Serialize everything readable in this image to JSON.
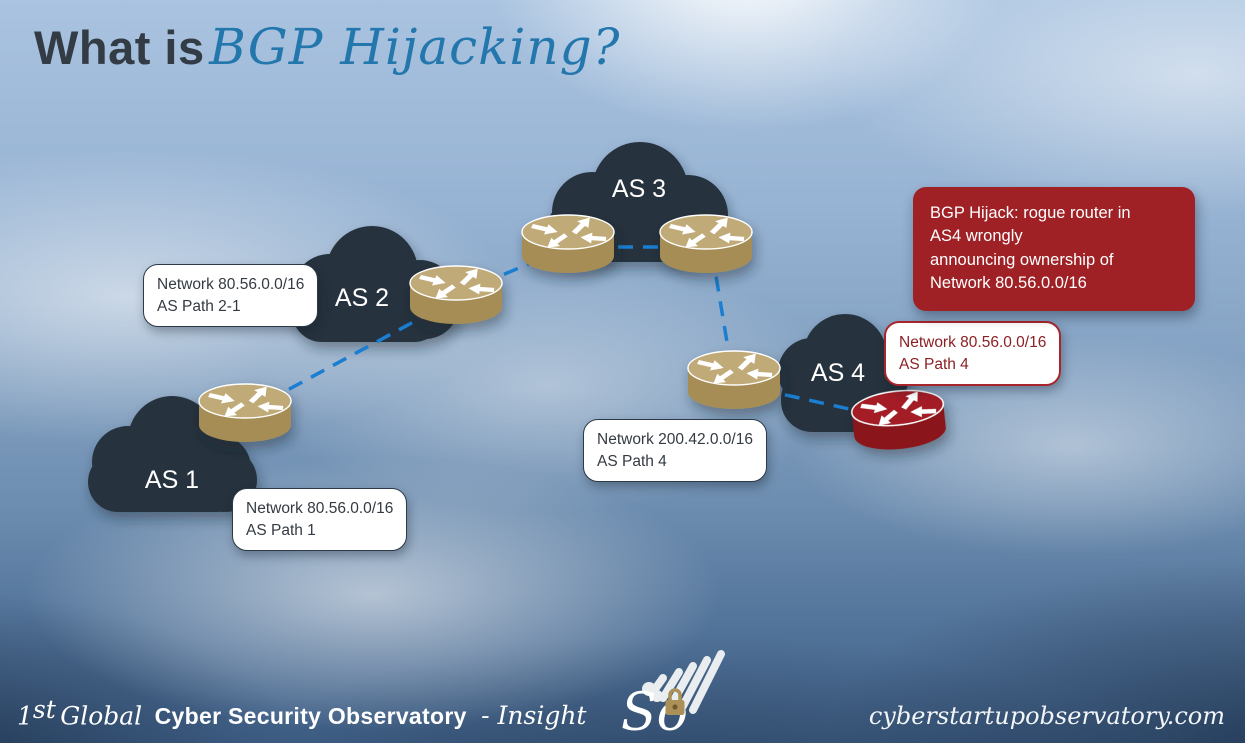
{
  "title": {
    "plain": "What is",
    "accent": "BGP Hijacking?"
  },
  "diagram": {
    "clouds": [
      {
        "id": "as1",
        "label": "AS 1"
      },
      {
        "id": "as2",
        "label": "AS 2"
      },
      {
        "id": "as3",
        "label": "AS 3"
      },
      {
        "id": "as4",
        "label": "AS 4"
      }
    ],
    "routers": [
      {
        "id": "as1-router",
        "as": "AS 1",
        "role": "normal"
      },
      {
        "id": "as2-router",
        "as": "AS 2",
        "role": "normal"
      },
      {
        "id": "as3-router-west",
        "as": "AS 3",
        "role": "normal"
      },
      {
        "id": "as3-router-east",
        "as": "AS 3",
        "role": "normal"
      },
      {
        "id": "as4-router",
        "as": "AS 4",
        "role": "normal"
      },
      {
        "id": "as4-rogue-router",
        "as": "AS 4",
        "role": "rogue"
      }
    ],
    "connections": [
      {
        "from": "as1-router",
        "to": "as2-router"
      },
      {
        "from": "as2-router",
        "to": "as3-router-west"
      },
      {
        "from": "as3-router-west",
        "to": "as3-router-east"
      },
      {
        "from": "as3-router-east",
        "to": "as4-router"
      },
      {
        "from": "as4-router",
        "to": "as4-rogue-router"
      }
    ],
    "boxes": [
      {
        "id": "as2-announcement",
        "line1": "Network 80.56.0.0/16",
        "line2": "AS Path 2-1",
        "style": "normal"
      },
      {
        "id": "as1-announcement",
        "line1": "Network 80.56.0.0/16",
        "line2": "AS Path 1",
        "style": "normal"
      },
      {
        "id": "as4-own-network",
        "line1": "Network 200.42.0.0/16",
        "line2": "AS Path 4",
        "style": "normal"
      },
      {
        "id": "as4-hijack-announcement",
        "line1": "Network 80.56.0.0/16",
        "line2": "AS Path 4",
        "style": "alert"
      }
    ],
    "callout": {
      "lines": [
        "BGP Hijack: rogue router in",
        "AS4 wrongly",
        "announcing ownership of",
        "Network 80.56.0.0/16"
      ]
    }
  },
  "footer": {
    "edition_number": "1",
    "edition_suffix": "st",
    "edition_rest": "Global",
    "brand": "Cyber Security Observatory",
    "tagline": "- Insight",
    "website": "cyberstartupobservatory.com"
  },
  "logo": {
    "wordmark": "So"
  },
  "colors": {
    "title_dark": "#333b44",
    "title_accent_blue": "#2477ac",
    "cloud_dark": "#28333c",
    "link_blue": "#1b7ed0",
    "router_tan": "#c0aa78",
    "router_rogue_red": "#a31f25",
    "callout_red": "#9f2025",
    "alert_text_red": "#8c2025",
    "lock_gold": "#ab9157"
  }
}
